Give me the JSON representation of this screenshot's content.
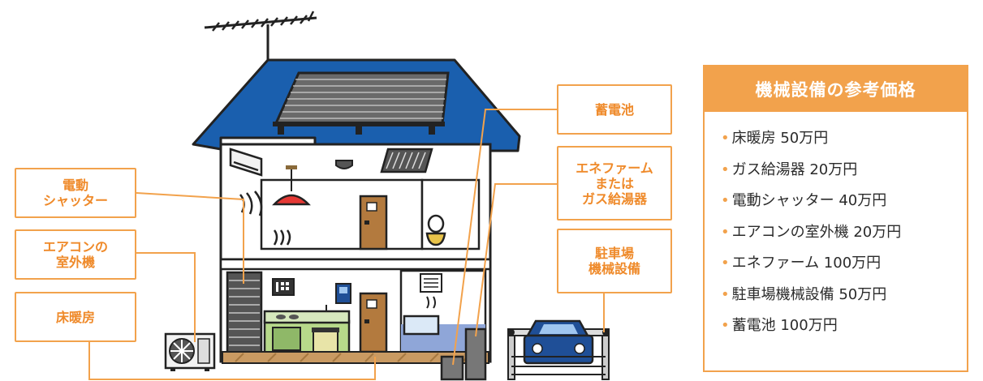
{
  "callouts": {
    "shutter": [
      "電動",
      "シャッター"
    ],
    "aircon": [
      "エアコンの",
      "室外機"
    ],
    "floor": [
      "床暖房"
    ],
    "battery": [
      "蓄電池"
    ],
    "enefarm": [
      "エネファーム",
      "または",
      "ガス給湯器"
    ],
    "parking": [
      "駐車場",
      "機械設備"
    ]
  },
  "price_panel": {
    "title": "機械設備の参考価格",
    "items": [
      "床暖房 50万円",
      "ガス給湯器 20万円",
      "電動シャッター 40万円",
      "エアコンの室外機 20万円",
      "エネファーム 100万円",
      "駐車場機械設備 50万円",
      "蓄電池 100万円"
    ]
  },
  "colors": {
    "accent": "#f2a24c",
    "roof": "#1a5fae",
    "car": "#1f4f97",
    "kitchen": "#b7d98a",
    "floor": "#c99a62",
    "door": "#b37a3e",
    "lamp": "#e53935"
  }
}
